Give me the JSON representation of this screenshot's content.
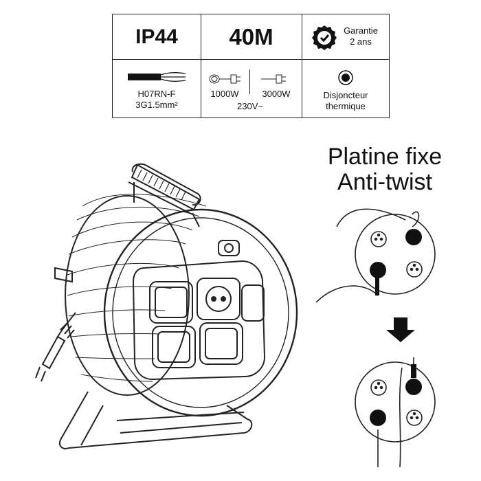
{
  "specs": {
    "rating": "IP44",
    "length": "40M",
    "warranty": {
      "line1": "Garantie",
      "line2": "2 ans"
    },
    "cable": {
      "line1": "H07RN-F",
      "line2": "3G1.5mm²"
    },
    "power": {
      "coiled": "1000W",
      "uncoiled": "3000W",
      "voltage": "230V~"
    },
    "breaker": {
      "line1": "Disjoncteur",
      "line2": "thermique"
    }
  },
  "headline": {
    "line1": "Platine fixe",
    "line2": "Anti-twist"
  },
  "icons": [
    "certified-badge-icon",
    "cable-icon",
    "coiled-plug-icon",
    "plug-icon",
    "breaker-button-icon",
    "down-arrow-icon"
  ],
  "colors": {
    "line": "#222222",
    "fill": "#111111",
    "background": "#ffffff"
  }
}
